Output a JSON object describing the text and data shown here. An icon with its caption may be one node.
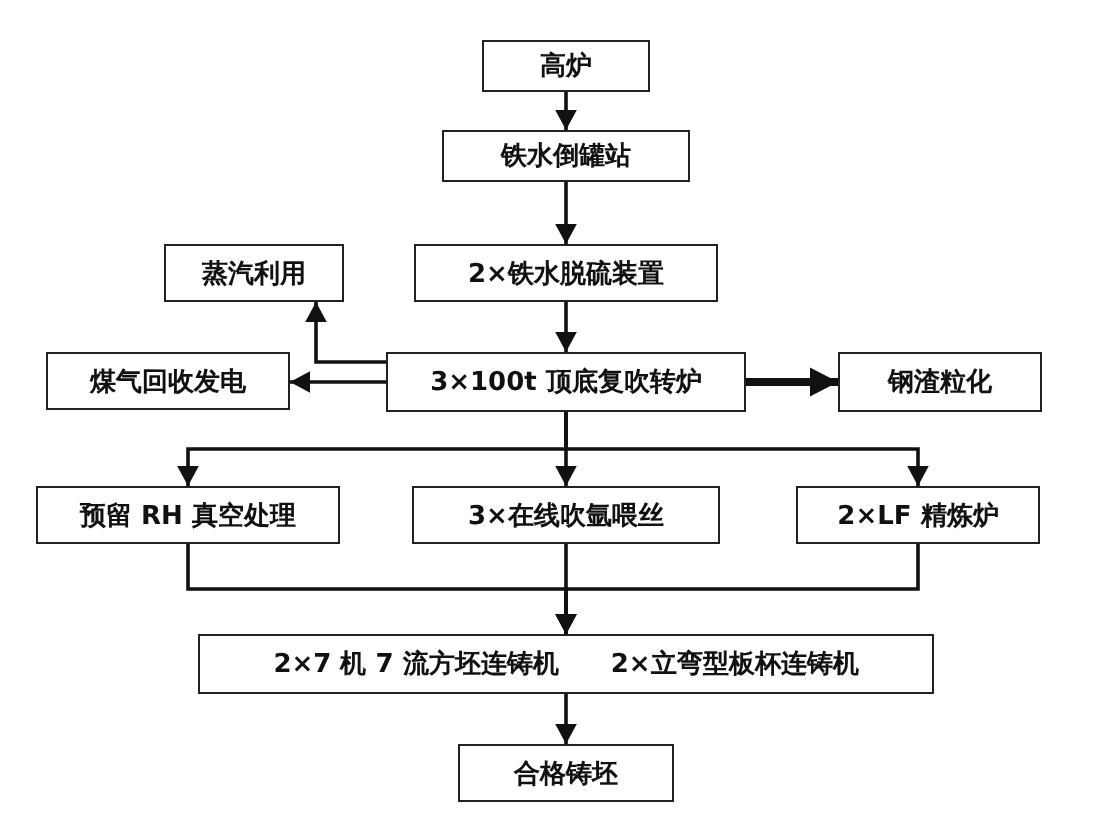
{
  "diagram": {
    "nodes": [
      {
        "text": [
          "高炉"
        ]
      },
      {
        "text": [
          "铁水倒罐站"
        ]
      },
      {
        "text": [
          "2×铁水脱硫装置"
        ]
      },
      {
        "text": [
          "蒸汽利用"
        ]
      },
      {
        "text": [
          "煤气回收发电"
        ]
      },
      {
        "text": [
          "3×100t 顶底复吹转炉"
        ]
      },
      {
        "text": [
          "钢渣粒化"
        ]
      },
      {
        "text": [
          "预留 RH 真空处理"
        ]
      },
      {
        "text": [
          "3×在线吹氩喂丝"
        ]
      },
      {
        "text": [
          "2×LF 精炼炉"
        ]
      },
      {
        "text": [
          "2×7 机 7 流方坯连铸机",
          "2×立弯型板杯连铸机"
        ]
      },
      {
        "text": [
          "合格铸坯"
        ]
      }
    ],
    "edges": [
      {
        "from": 0,
        "to": 1,
        "arrow": "to"
      },
      {
        "from": 1,
        "to": 2,
        "arrow": "to"
      },
      {
        "from": 2,
        "to": 5,
        "arrow": "to"
      },
      {
        "from": 5,
        "to": 3,
        "arrow": "to"
      },
      {
        "from": 5,
        "to": 4,
        "arrow": "to"
      },
      {
        "from": 5,
        "to": 6,
        "arrow": "to",
        "style": "thick"
      },
      {
        "from": 5,
        "to": 7,
        "arrow": "to"
      },
      {
        "from": 5,
        "to": 8,
        "arrow": "to"
      },
      {
        "from": 5,
        "to": 9,
        "arrow": "to"
      },
      {
        "from": 7,
        "to": 10,
        "arrow": "to"
      },
      {
        "from": 8,
        "to": 10,
        "arrow": "to"
      },
      {
        "from": 9,
        "to": 10,
        "arrow": "to"
      },
      {
        "from": 10,
        "to": 11,
        "arrow": "to"
      }
    ]
  }
}
